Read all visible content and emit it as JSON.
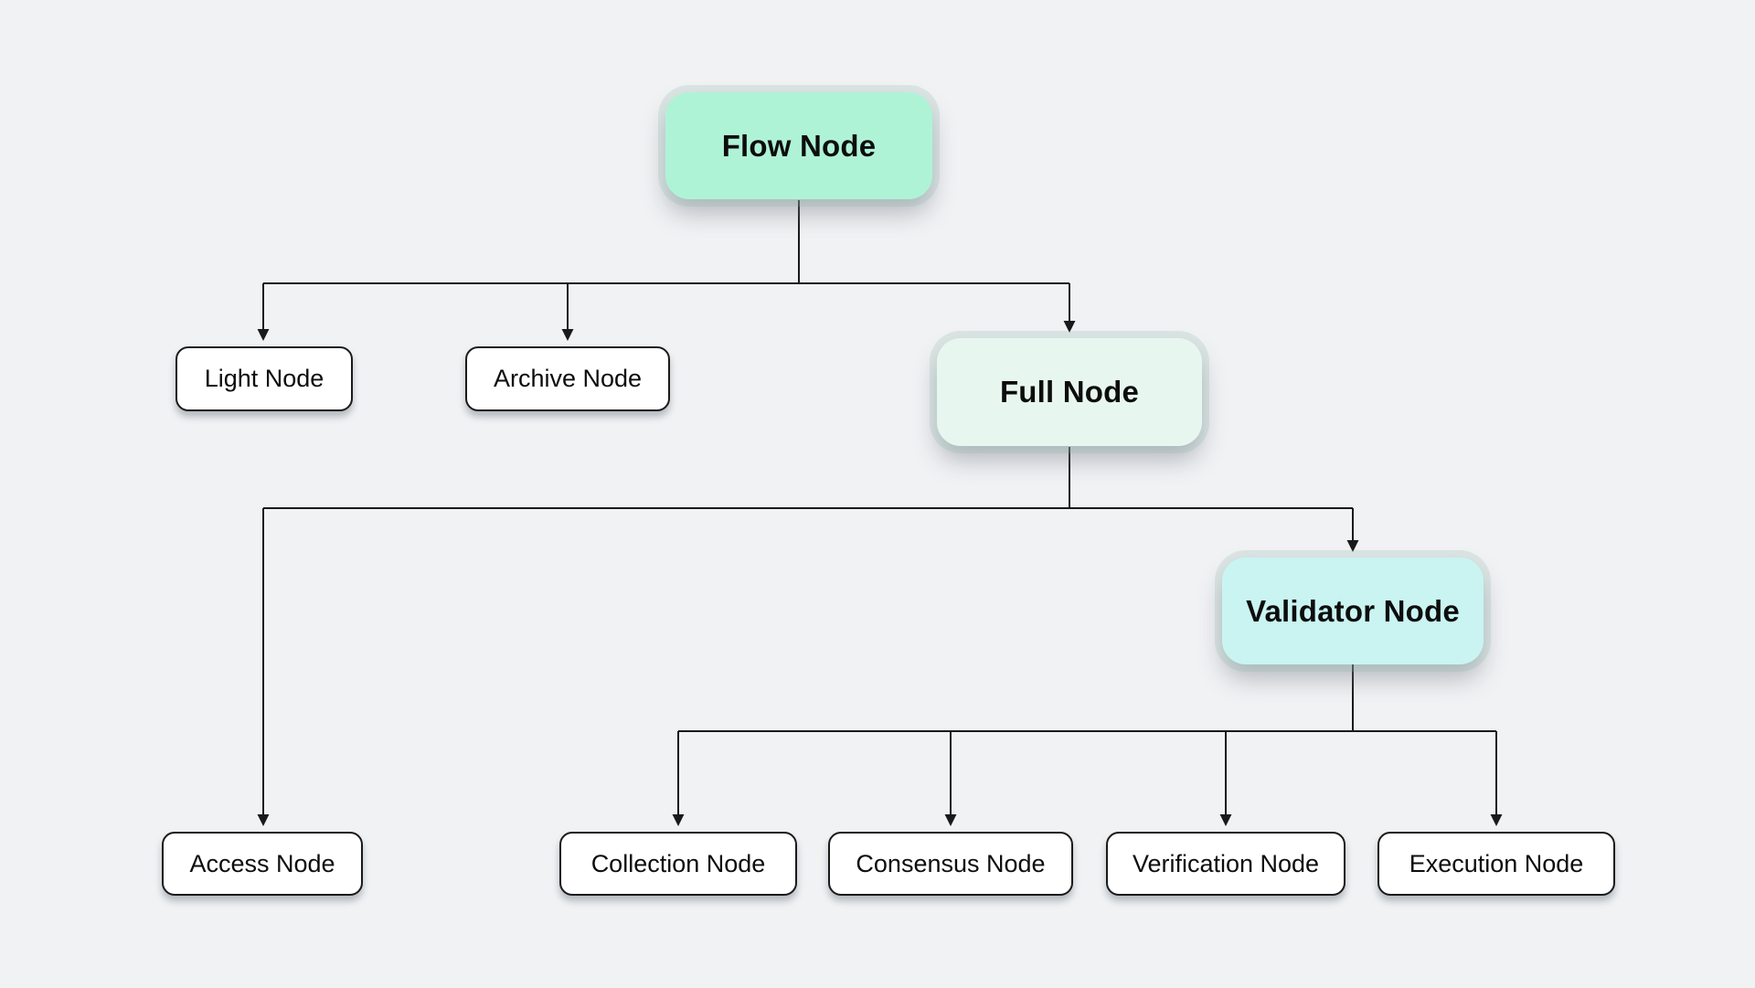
{
  "diagram": {
    "type": "tree-flowchart",
    "background_color": "#f1f2f4",
    "connector_color": "#1a1a1a",
    "nodes": [
      {
        "id": "flow",
        "label": "Flow Node",
        "color": "#aff3d7",
        "emphasis": "primary"
      },
      {
        "id": "light",
        "label": "Light Node",
        "color": "#ffffff",
        "emphasis": "leaf"
      },
      {
        "id": "archive",
        "label": "Archive Node",
        "color": "#ffffff",
        "emphasis": "leaf"
      },
      {
        "id": "full",
        "label": "Full Node",
        "color": "#e7f7ef",
        "emphasis": "primary"
      },
      {
        "id": "access",
        "label": "Access Node",
        "color": "#ffffff",
        "emphasis": "leaf"
      },
      {
        "id": "validator",
        "label": "Validator Node",
        "color": "#c9f4f2",
        "emphasis": "primary"
      },
      {
        "id": "collection",
        "label": "Collection Node",
        "color": "#ffffff",
        "emphasis": "leaf"
      },
      {
        "id": "consensus",
        "label": "Consensus Node",
        "color": "#ffffff",
        "emphasis": "leaf"
      },
      {
        "id": "verification",
        "label": "Verification Node",
        "color": "#ffffff",
        "emphasis": "leaf"
      },
      {
        "id": "execution",
        "label": "Execution Node",
        "color": "#ffffff",
        "emphasis": "leaf"
      }
    ],
    "edges": [
      {
        "from": "flow",
        "to": "light"
      },
      {
        "from": "flow",
        "to": "archive"
      },
      {
        "from": "flow",
        "to": "full"
      },
      {
        "from": "full",
        "to": "access"
      },
      {
        "from": "full",
        "to": "validator"
      },
      {
        "from": "validator",
        "to": "collection"
      },
      {
        "from": "validator",
        "to": "consensus"
      },
      {
        "from": "validator",
        "to": "verification"
      },
      {
        "from": "validator",
        "to": "execution"
      }
    ]
  }
}
